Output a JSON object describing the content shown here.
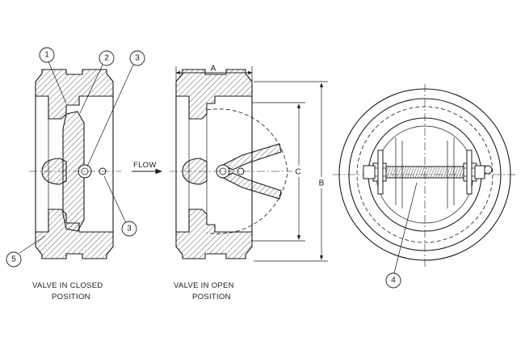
{
  "diagram": {
    "flow_label": "FLOW",
    "closed_caption_line1": "VALVE IN CLOSED",
    "closed_caption_line2": "POSITION",
    "open_caption_line1": "VALVE IN OPEN",
    "open_caption_line2": "POSITION",
    "dimension_a": "A",
    "dimension_b": "B",
    "dimension_c": "C",
    "callouts": [
      "1",
      "2",
      "3",
      "3",
      "5",
      "4"
    ]
  }
}
